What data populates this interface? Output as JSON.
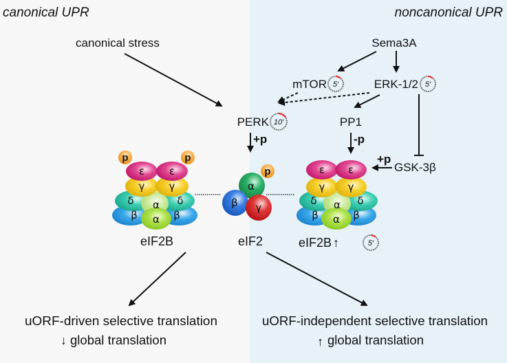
{
  "headers": {
    "left": "canonical UPR",
    "right": "noncanonical UPR"
  },
  "colors": {
    "left_bg": "#f7f7f7",
    "right_bg": "#e6f1f8",
    "epsilon": "#d6237a",
    "gamma": "#f2c81a",
    "delta": "#2ec4a8",
    "beta": "#2a9be0",
    "alpha_b": "#9ed83a",
    "eif2_alpha": "#23a05a",
    "eif2_beta": "#2a6fd6",
    "eif2_gamma": "#d7242a",
    "phospho": "#f4a53a",
    "timer_mark": "#e8323a"
  },
  "nodes": {
    "canonical_stress": "canonical stress",
    "sema3a": "Sema3A",
    "mtor": "mTOR",
    "erk": "ERK-1/2",
    "perk": "PERK",
    "pp1": "PP1",
    "gsk3b": "GSK-3β",
    "eif2b_left": "eIF2B",
    "eif2": "eIF2",
    "eif2b_right": "eIF2B",
    "eif2b_up_arrow": "↑"
  },
  "timers": {
    "mtor": "5′",
    "erk": "5′",
    "perk": "10′",
    "eif2b": "5′"
  },
  "edge_labels": {
    "perk_to_eif2": "+p",
    "pp1_to_eif2b": "-p",
    "gsk3b_to_eif2b": "+p"
  },
  "phospho_label": "p",
  "subunits": {
    "epsilon": "ε",
    "gamma": "γ",
    "delta": "δ",
    "alpha": "α",
    "beta": "β"
  },
  "outcomes": {
    "left_line1": "uORF-driven selective translation",
    "left_line2": "global translation",
    "left_arrow": "↓",
    "right_line1": "uORF-independent selective translation",
    "right_line2": "global translation",
    "right_arrow": "↑"
  }
}
